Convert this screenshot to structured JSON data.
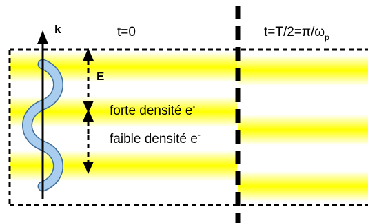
{
  "labels": {
    "k": "k",
    "E": "E",
    "t0": "t=0",
    "t_half": "t=T/2=π/ω",
    "t_half_sub": "p",
    "strong": "forte densité e",
    "strong_sup": "-",
    "weak": "faible densité e",
    "weak_sup": "-"
  },
  "colors": {
    "band": "#ffff00",
    "wave_fill": "#a9cdee",
    "wave_stroke": "#3f6d98",
    "line": "#000000",
    "background": "#ffffff"
  }
}
